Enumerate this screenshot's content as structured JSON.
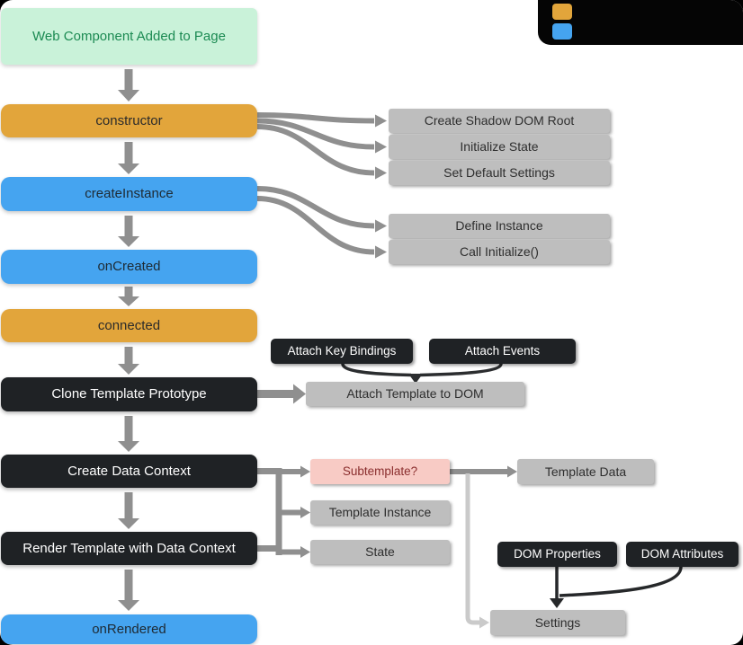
{
  "legend": {
    "swatches": [
      {
        "name": "gold",
        "color": "#E2A53B"
      },
      {
        "name": "blue",
        "color": "#45A4F0"
      }
    ]
  },
  "main_flow": [
    {
      "id": "start",
      "label": "Web Component Added to Page"
    },
    {
      "id": "constructor",
      "label": "constructor"
    },
    {
      "id": "createInstance",
      "label": "createInstance"
    },
    {
      "id": "onCreated",
      "label": "onCreated"
    },
    {
      "id": "connected",
      "label": "connected"
    },
    {
      "id": "cloneTemplatePrototype",
      "label": "Clone Template Prototype"
    },
    {
      "id": "createDataContext",
      "label": "Create Data Context"
    },
    {
      "id": "renderTemplate",
      "label": "Render Template with Data Context"
    },
    {
      "id": "onRendered",
      "label": "onRendered"
    }
  ],
  "constructor_tasks": [
    "Create Shadow DOM Root",
    "Initialize State",
    "Set Default Settings"
  ],
  "create_instance_tasks": [
    "Define Instance",
    "Call Initialize()"
  ],
  "attach": {
    "key_bindings": "Attach Key Bindings",
    "events": "Attach Events",
    "template_to_dom": "Attach Template to DOM"
  },
  "data_context": {
    "subtemplate": "Subtemplate?",
    "template_instance": "Template Instance",
    "state": "State",
    "template_data": "Template Data"
  },
  "settings": {
    "dom_properties": "DOM Properties",
    "dom_attributes": "DOM Attributes",
    "settings_box": "Settings"
  },
  "colors": {
    "gold": "#E2A53B",
    "blue": "#45A4F0",
    "green_bg": "#C9F2D9",
    "green_text": "#1B8A52",
    "dark_box": "#1F2225",
    "gray_box": "#BEBEBE",
    "pink_bg": "#F8CBC5",
    "arrow_gray": "#8F8F8F"
  }
}
